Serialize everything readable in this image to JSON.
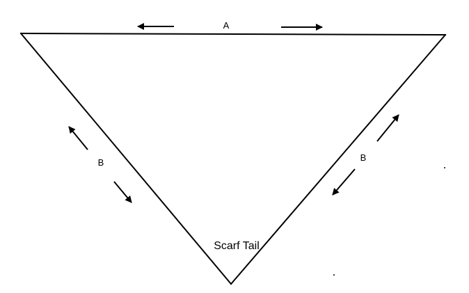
{
  "diagram": {
    "labels": {
      "top_edge": "A",
      "left_edge": "B",
      "right_edge": "B",
      "tail": "Scarf Tail"
    },
    "colors": {
      "background": "#ffffff",
      "ink": "#000000"
    }
  }
}
